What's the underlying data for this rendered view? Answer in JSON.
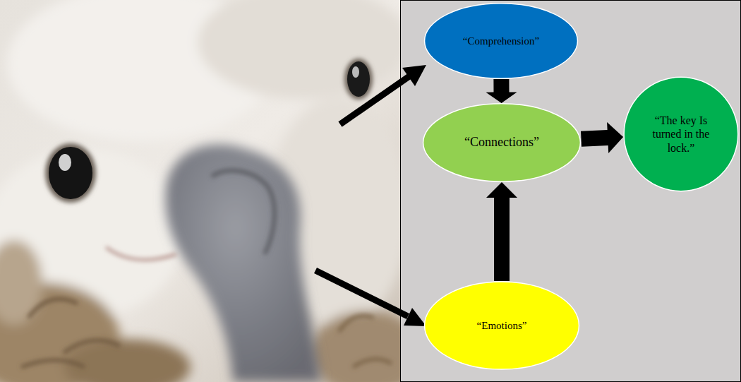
{
  "diagram": {
    "nodes": [
      {
        "text": [
          "“Comprehension”"
        ]
      },
      {
        "text": [
          "“Connections”"
        ]
      },
      {
        "text": [
          "“The key Is turned in the lock.”"
        ]
      },
      {
        "text": [
          "“Emotions”"
        ]
      }
    ],
    "edges": [
      {
        "from": 0,
        "to": 1,
        "arrow": "to"
      },
      {
        "from": 3,
        "to": 1,
        "arrow": "to"
      },
      {
        "from": 1,
        "to": 2,
        "arrow": "to"
      }
    ]
  }
}
